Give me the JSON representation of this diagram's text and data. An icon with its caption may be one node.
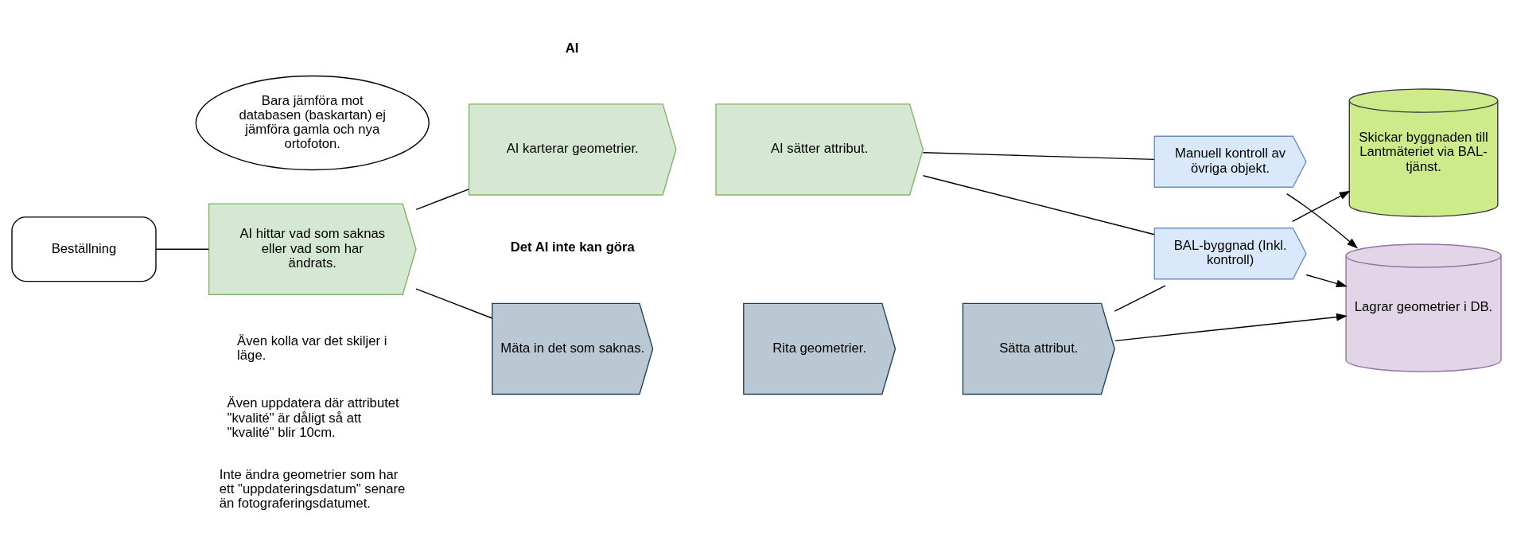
{
  "diagram": {
    "nodes": [
      {
        "text": [
          "Beställning"
        ]
      },
      {
        "text": [
          "Bara jämföra mot databasen (baskartan) ej jämföra gamla och nya ortofoton."
        ]
      },
      {
        "text": [
          "AI hittar vad som saknas eller vad som har ändrats."
        ]
      },
      {
        "text": [
          "AI karterar geometrier."
        ]
      },
      {
        "text": [
          "AI sätter attribut."
        ]
      },
      {
        "text": [
          "Manuell kontroll av övriga objekt."
        ]
      },
      {
        "text": [
          "BAL-byggnad (Inkl. kontroll)"
        ]
      },
      {
        "text": [
          "Lagrar geometrier i DB."
        ]
      },
      {
        "text": [
          "Skickar byggnaden till Lantmäteriet via BAL-tjänst."
        ]
      },
      {
        "text": [
          "Mäta in det som saknas."
        ]
      },
      {
        "text": [
          "Rita geometrier."
        ]
      },
      {
        "text": [
          "Sätta attribut."
        ]
      }
    ],
    "edges": [
      {
        "from": 0,
        "to": 2,
        "arrow": "none"
      },
      {
        "from": 2,
        "to": 3,
        "arrow": "none"
      },
      {
        "from": 2,
        "to": 9,
        "arrow": "none"
      },
      {
        "from": 4,
        "to": 5,
        "arrow": "none"
      },
      {
        "from": 4,
        "to": 6,
        "arrow": "none"
      },
      {
        "from": 5,
        "to": 7,
        "arrow": "to"
      },
      {
        "from": 6,
        "to": 7,
        "arrow": "to"
      },
      {
        "from": 6,
        "to": 8,
        "arrow": "to"
      },
      {
        "from": 11,
        "to": 6,
        "arrow": "none"
      },
      {
        "from": 11,
        "to": 7,
        "arrow": "to"
      }
    ],
    "labels": [
      "AI",
      "Det AI inte kan göra",
      "Även kolla var det skiljer i läge.",
      "Även uppdatera där attributet \"kvalité\" är dåligt så att \"kvalité\" blir 10cm.",
      "Inte ändra geometrier som har ett \"uppdateringsdatum\" senare än fotograferingsdatumet."
    ]
  }
}
